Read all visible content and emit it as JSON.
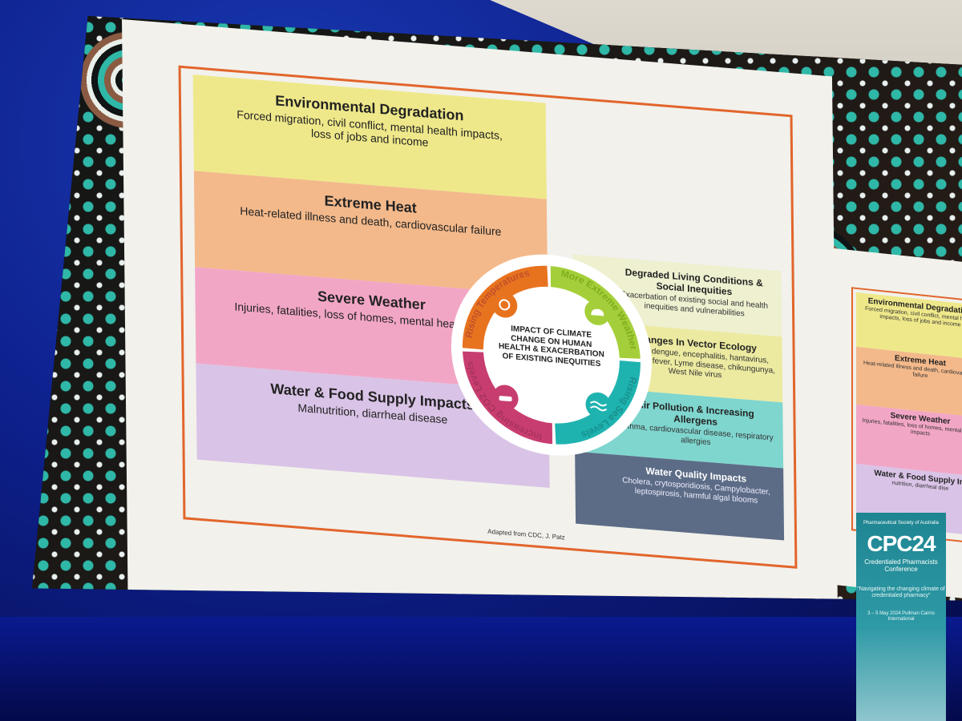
{
  "slide": {
    "left_items": [
      {
        "title": "Environmental Degradation",
        "desc": "Forced migration, civil conflict, mental health impacts, loss of jobs and income",
        "color": "#efe88a"
      },
      {
        "title": "Extreme Heat",
        "desc": "Heat-related illness and death, cardiovascular failure",
        "color": "#f3b98b"
      },
      {
        "title": "Severe Weather",
        "desc": "Injuries, fatalities, loss of homes, mental health impacts",
        "color": "#f2a6c6"
      },
      {
        "title": "Water & Food Supply Impacts",
        "desc": "Malnutrition, diarrheal disease",
        "color": "#d9c3e6"
      }
    ],
    "right_items": [
      {
        "title": "Degraded Living Conditions & Social Inequities",
        "desc": "Exacerbation of existing social and health inequities and vulnerabilities",
        "color": "#eef0d0"
      },
      {
        "title": "Changes In Vector Ecology",
        "desc": "Malaria, dengue, encephalitis, hantavirus, Rift Valley fever, Lyme disease, chikungunya, West Nile virus",
        "color": "#eceaa0"
      },
      {
        "title": "Air Pollution & Increasing Allergens",
        "desc": "Asthma, cardiovascular disease, respiratory allergies",
        "color": "#7fd6cf"
      },
      {
        "title": "Water Quality Impacts",
        "desc": "Cholera, crytosporidiosis, Campylobacter, leptospirosis, harmful algal blooms",
        "color": "#5c6c86"
      }
    ],
    "wheel": {
      "center_text": "IMPACT OF CLIMATE CHANGE ON HUMAN HEALTH & EXACERBATION OF EXISTING INEQUITIES",
      "segments": [
        {
          "label": "Rising Temperatures",
          "color": "#e8731f"
        },
        {
          "label": "More Extreme Weather",
          "color": "#a5cf3a"
        },
        {
          "label": "Rising Sea Levels",
          "color": "#1fb3b0"
        },
        {
          "label": "Increasing CO2 Levels",
          "color": "#c83d6f"
        }
      ],
      "icons": [
        "sun-icon",
        "storm-cloud-icon",
        "waves-icon",
        "car-smog-icon"
      ]
    },
    "credit": "Adapted from CDC, J. Patz",
    "accent_color": "#e2652b"
  },
  "slide2": {
    "items": [
      {
        "title": "Environmental Degradation",
        "desc": "Forced migration, civil conflict, mental health impacts, loss of jobs and income"
      },
      {
        "title": "Extreme Heat",
        "desc": "Heat-related illness and death, cardiovascular failure"
      },
      {
        "title": "Severe Weather",
        "desc": "Injuries, fatalities, loss of homes, mental health impacts"
      },
      {
        "title": "Water & Food Supply Im",
        "desc": "nutrition, diarrheal dise"
      }
    ]
  },
  "banner": {
    "org": "Pharmaceutical Society of Australia",
    "logo": "CPC24",
    "subtitle": "Credentialed Pharmacists Conference",
    "tagline": "\"Navigating the changing climate of credentialed pharmacy\"",
    "date": "3 – 5 May 2024 Pullman Cairns International"
  }
}
